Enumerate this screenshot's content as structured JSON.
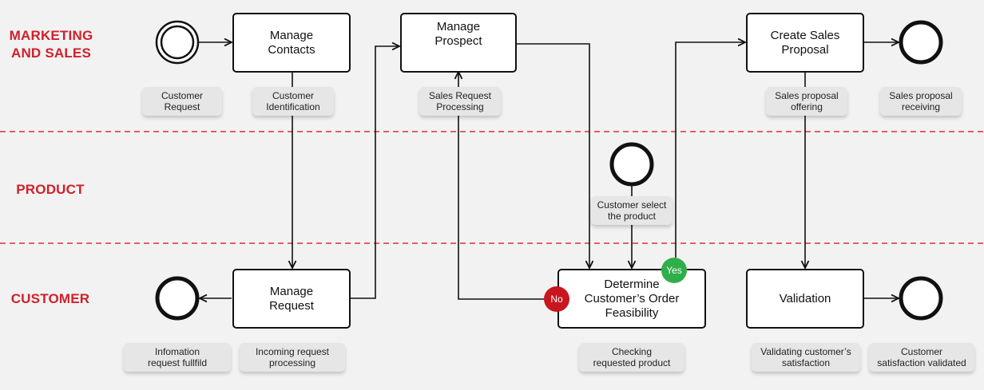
{
  "lanes": [
    "MARKETING\nAND SALES",
    "PRODUCT",
    "CUSTOMER"
  ],
  "tasks": {
    "manage_contacts": "Manage\nContacts",
    "manage_prospect": "Manage\nProspect",
    "create_sales_proposal": "Create Sales\nProposal",
    "manage_request": "Manage\nRequest",
    "determine_feasibility": "Determine\nCustomer’s Order\nFeasibility",
    "validation": "Validation"
  },
  "notes": {
    "customer_request": "Customer\nRequest",
    "customer_identification": "Customer\nIdentification",
    "sales_request_processing": "Sales Request\nProcessing",
    "sales_proposal_offering": "Sales proposal\noffering",
    "sales_proposal_receiving": "Sales proposal\nreceiving",
    "customer_select_product": "Customer select\nthe product",
    "information_request_fulfilled": "Infomation\nrequest fullfild",
    "incoming_request_processing": "Incoming request\nprocessing",
    "checking_requested_product": "Checking\nrequested product",
    "validating_customer_satisfaction": "Validating customer’s\nsatisfaction",
    "customer_satisfaction_validated": "Customer\nsatisfaction validated"
  },
  "decisions": {
    "no": "No",
    "yes": "Yes"
  },
  "colors": {
    "lane_label": "#d0202a",
    "divider": "#d9303a",
    "no_badge": "#c8161e",
    "yes_badge": "#2fae4a",
    "background": "#f2f2f2",
    "note_fill": "#e6e6e6",
    "stroke": "#111111"
  }
}
